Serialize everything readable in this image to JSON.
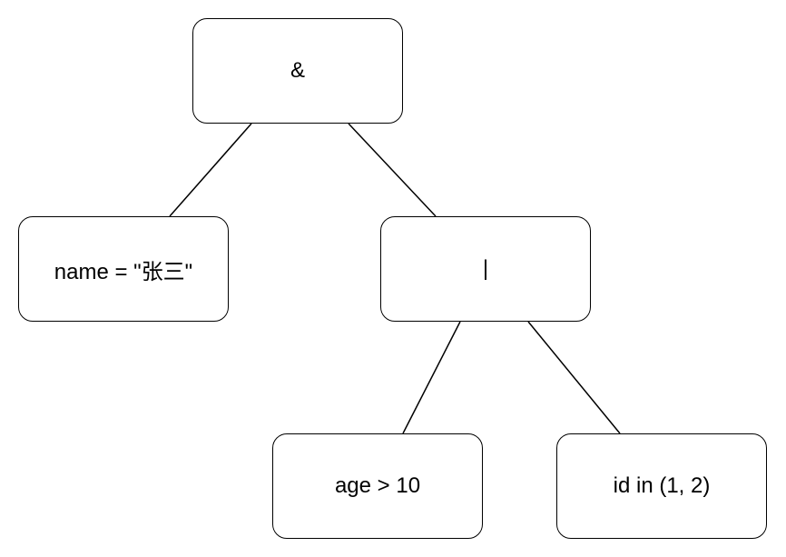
{
  "diagram": {
    "type": "expression-tree",
    "nodes": [
      {
        "id": "and",
        "label": "&"
      },
      {
        "id": "name",
        "label": "name = \"张三\""
      },
      {
        "id": "or",
        "label": "|"
      },
      {
        "id": "age",
        "label": "age > 10"
      },
      {
        "id": "id",
        "label": "id in (1, 2)"
      }
    ],
    "edges": [
      {
        "from": "and",
        "to": "name"
      },
      {
        "from": "and",
        "to": "or"
      },
      {
        "from": "or",
        "to": "age"
      },
      {
        "from": "or",
        "to": "id"
      }
    ]
  }
}
